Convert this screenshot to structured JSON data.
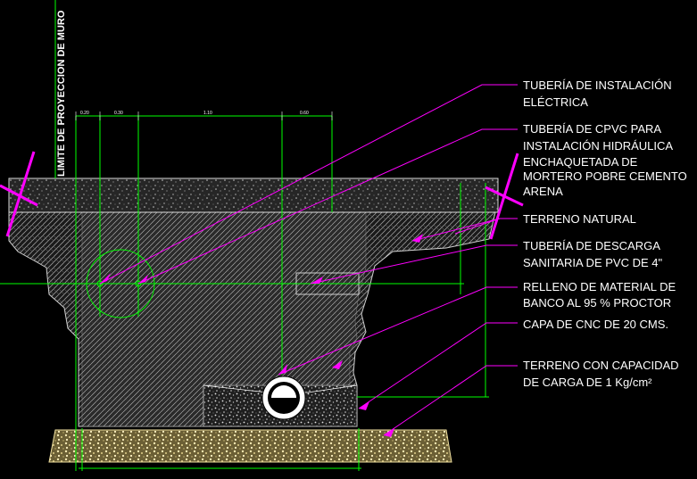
{
  "wall_label": "LIMITE DE PROYECCION DE MURO",
  "labels": [
    {
      "lines": [
        "TUBERÍA DE INSTALACIÓN",
        "ELÉCTRICA"
      ]
    },
    {
      "lines": [
        "TUBERÍA DE CPVC PARA",
        "INSTALACIÓN HIDRÁULICA",
        "ENCHAQUETADA DE",
        "MORTERO POBRE CEMENTO",
        "ARENA"
      ]
    },
    {
      "lines": [
        "TERRENO NATURAL"
      ]
    },
    {
      "lines": [
        "TUBERÍA DE DESCARGA",
        "SANITARIA DE PVC DE 4\""
      ]
    },
    {
      "lines": [
        "RELLENO DE MATERIAL DE",
        "BANCO AL 95 % PROCTOR"
      ]
    },
    {
      "lines": [
        "CAPA DE CNC DE 20 CMS."
      ]
    },
    {
      "lines": [
        "TERRENO CON CAPACIDAD",
        "DE CARGA DE 1 Kg/cm²"
      ]
    }
  ],
  "dimensions": [
    "0.20",
    "0.30",
    "1.10",
    "0.60"
  ],
  "colors": {
    "background": "#000000",
    "leader": "#ff00ff",
    "guide": "#00ff00",
    "hatch": "#8c8c8c",
    "concrete": "#e8d9a0",
    "text": "#ffffff"
  }
}
